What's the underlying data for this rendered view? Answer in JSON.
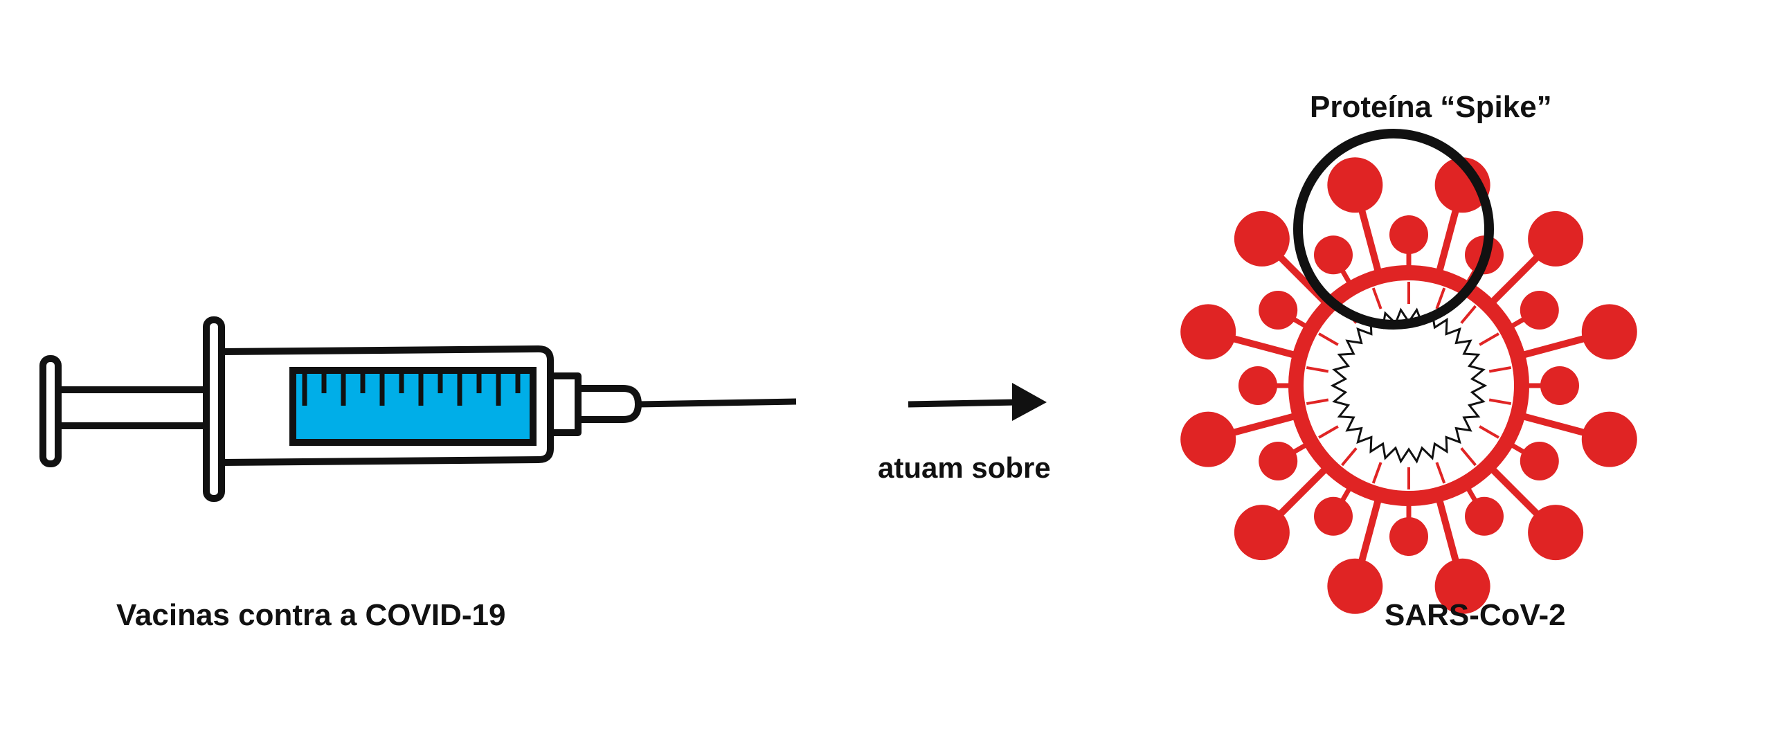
{
  "labels": {
    "vaccines": "Vacinas contra a COVID-19",
    "action": "atuam sobre",
    "spike": "Proteína “Spike”",
    "virus": "SARS-CoV-2"
  },
  "colors": {
    "virus_red": "#e02424",
    "liquid_blue": "#00aee8",
    "outline": "#111111",
    "background": "#ffffff"
  },
  "icons": {
    "syringe": "syringe-icon",
    "arrow": "arrow-right-icon",
    "virus": "coronavirus-icon",
    "highlight": "highlight-circle-icon"
  }
}
